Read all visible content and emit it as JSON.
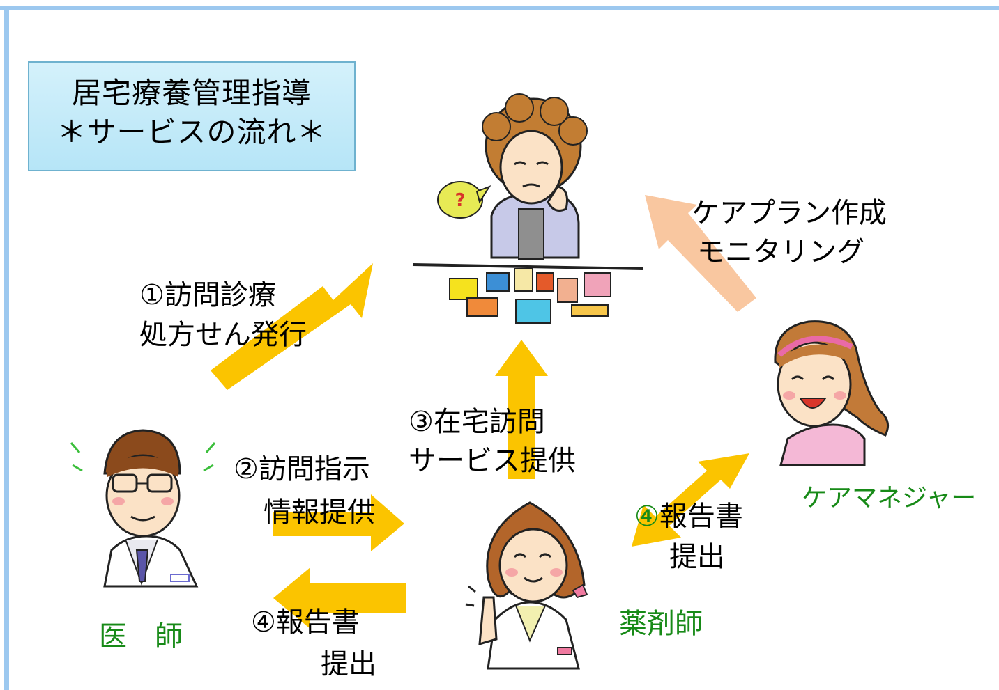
{
  "title": {
    "line1": "居宅療養管理指導",
    "line2": "＊サービスの流れ＊"
  },
  "roles": {
    "doctor": "医　師",
    "pharmacist": "薬剤師",
    "care_manager": "ケアマネジャー"
  },
  "steps": {
    "step1": {
      "line1": "①訪問診療",
      "line2": "処方せん発行"
    },
    "step2": {
      "line1": "②訪問指示",
      "line2": "情報提供"
    },
    "step3": {
      "line1": "③在宅訪問",
      "line2": "サービス提供"
    },
    "step4_doctor": {
      "line1": "④報告書",
      "line2": "提出"
    },
    "step4_caremanager": {
      "line1": "④報告書",
      "line2": "提出"
    },
    "careplan": {
      "line1": "ケアプラン作成",
      "line2": "モニタリング"
    }
  },
  "speech_bubble_text": "?",
  "colors": {
    "arrow": "#fbc400",
    "careplan_arrow": "#f9c7a0",
    "frame": "#9cc8ef",
    "role_text": "#178a17"
  }
}
